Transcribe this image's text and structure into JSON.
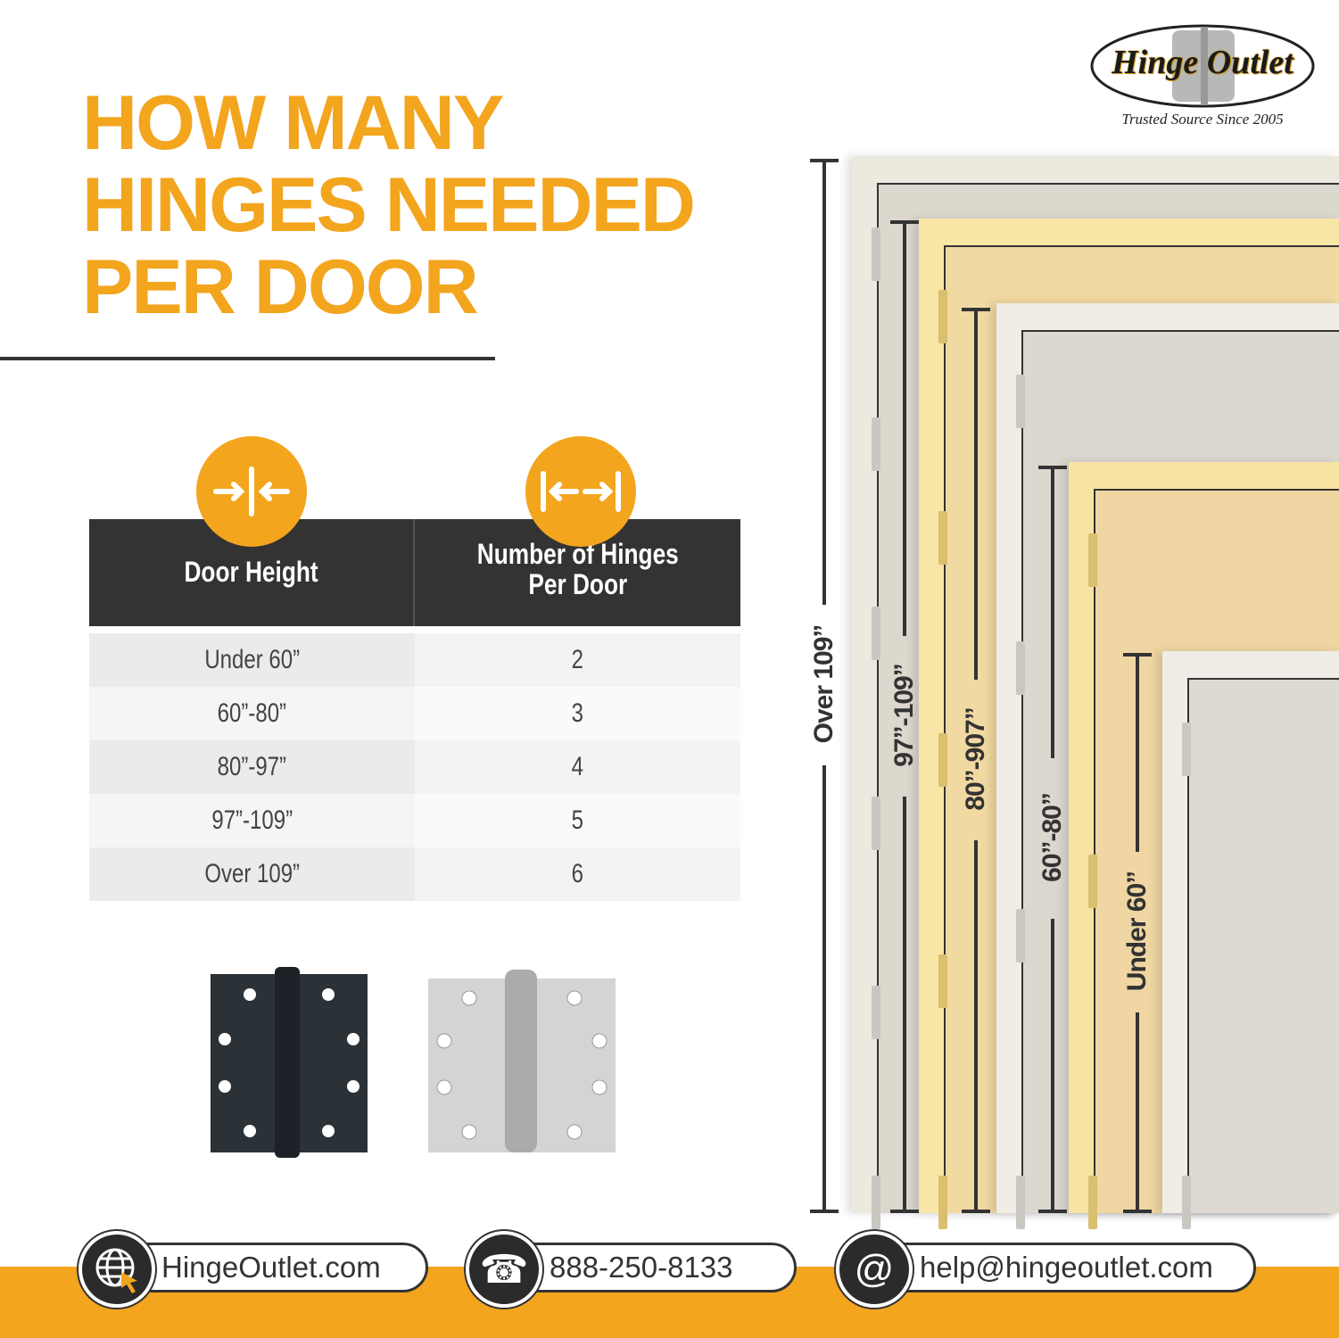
{
  "title": {
    "line1": "HOW MANY",
    "line2": "HINGES NEEDED",
    "line3": "PER DOOR"
  },
  "logo": {
    "name": "Hinge Outlet",
    "tagline": "Trusted Source Since 2005"
  },
  "table": {
    "icons": [
      "arrows-inward-icon",
      "arrows-outward-icon"
    ],
    "headers": [
      "Door Height",
      "Number of Hinges",
      "Per Door"
    ],
    "rows": [
      {
        "height": "Under 60”",
        "hinges": "2"
      },
      {
        "height": "60”-80”",
        "hinges": "3"
      },
      {
        "height": "80”-97”",
        "hinges": "4"
      },
      {
        "height": "97”-109”",
        "hinges": "5"
      },
      {
        "height": "Over 109”",
        "hinges": "6"
      }
    ]
  },
  "doors": {
    "labels": [
      "Over 109”",
      "97”-109”",
      "80”-907”",
      "60”-80”",
      "Under 60”"
    ]
  },
  "footer": {
    "website": "HingeOutlet.com",
    "phone": "888-250-8133",
    "email": "help@hingeoutlet.com"
  },
  "colors": {
    "accent": "#f3a51e",
    "dark": "#333333"
  }
}
